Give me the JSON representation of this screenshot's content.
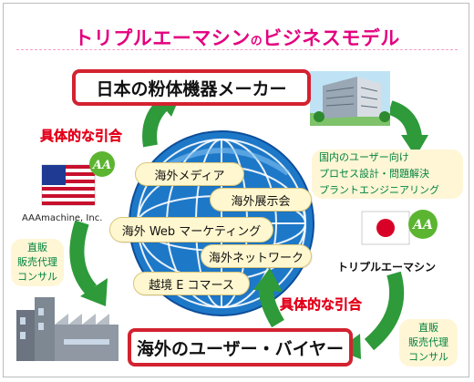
{
  "title": {
    "main": "トリプルエーマシン",
    "particle": "の",
    "suffix": "ビジネスモデル"
  },
  "top_box": "日本の粉体機器メーカー",
  "bottom_box": "海外のユーザー・バイヤー",
  "left_label": "具体的な引合",
  "right_label": "具体的な引合",
  "us_company": "AAAmachine, Inc.",
  "jp_company": "トリプルエーマシン",
  "right_services": [
    "国内のユーザー向け",
    "プロセス設計・問題解決",
    "プラントエンジニアリング"
  ],
  "left_services": [
    "直販",
    "販売代理",
    "コンサル"
  ],
  "bottom_right_services": [
    "直販",
    "販売代理",
    "コンサル"
  ],
  "globe_items": [
    "海外メディア",
    "海外展示会",
    "海外 Web マーケティング",
    "海外ネットワーク",
    "越境 E コマース"
  ],
  "logo_text": "AA",
  "colors": {
    "accent_pink": "#e4007f",
    "box_border_red": "#d32230",
    "arrow_green": "#2e9a3a",
    "globe_blue": "#1e78c8",
    "service_text_green": "#00833e"
  }
}
